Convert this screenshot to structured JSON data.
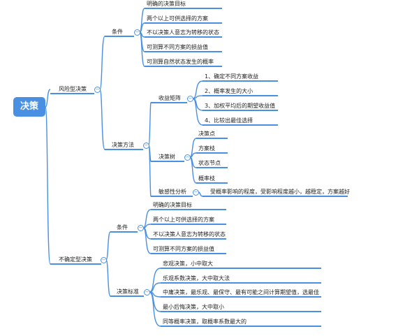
{
  "root": {
    "label": "决策",
    "color": "#4a90e2"
  },
  "toggle_symbol": "−",
  "risk": {
    "label": "风险型决策",
    "conditions": {
      "label": "条件",
      "items": [
        "明确的决策目标",
        "两个以上可供选择的方案",
        "不以决策人意志为转移的状态",
        "可测算不同方案的损益值",
        "可测算自然状态发生的概率"
      ]
    },
    "methods": {
      "label": "决策方法",
      "payoff_matrix": {
        "label": "收益矩阵",
        "items": [
          "1、确定不同方案收益",
          "2、概率发生的大小",
          "3、加权平均后的期望收益值",
          "4、比较出最佳选择"
        ]
      },
      "decision_tree": {
        "label": "决策树",
        "items": [
          "决策点",
          "方案枝",
          "状态节点",
          "概率枝"
        ]
      },
      "sensitivity": {
        "label": "敏感性分析",
        "note": "受概率影响的程度，受影响程度越小，越稳定，方案越好"
      }
    }
  },
  "uncertain": {
    "label": "不确定型决策",
    "conditions": {
      "label": "条件",
      "items": [
        "明确的决策目标",
        "两个以上可供选择的方案",
        "不以决策人意志为转移的状态",
        "可测算不同方案的损益值"
      ]
    },
    "criteria": {
      "label": "决策标准",
      "items": [
        "悲观决策，小中取大",
        "乐观系数决策，大中取大法",
        "中庸决策，最乐观、最保守、最有可能之间计算期望值，选最佳",
        "最小后悔决策，大中取小",
        "同等概率决策，取概率系数最大的"
      ]
    }
  }
}
